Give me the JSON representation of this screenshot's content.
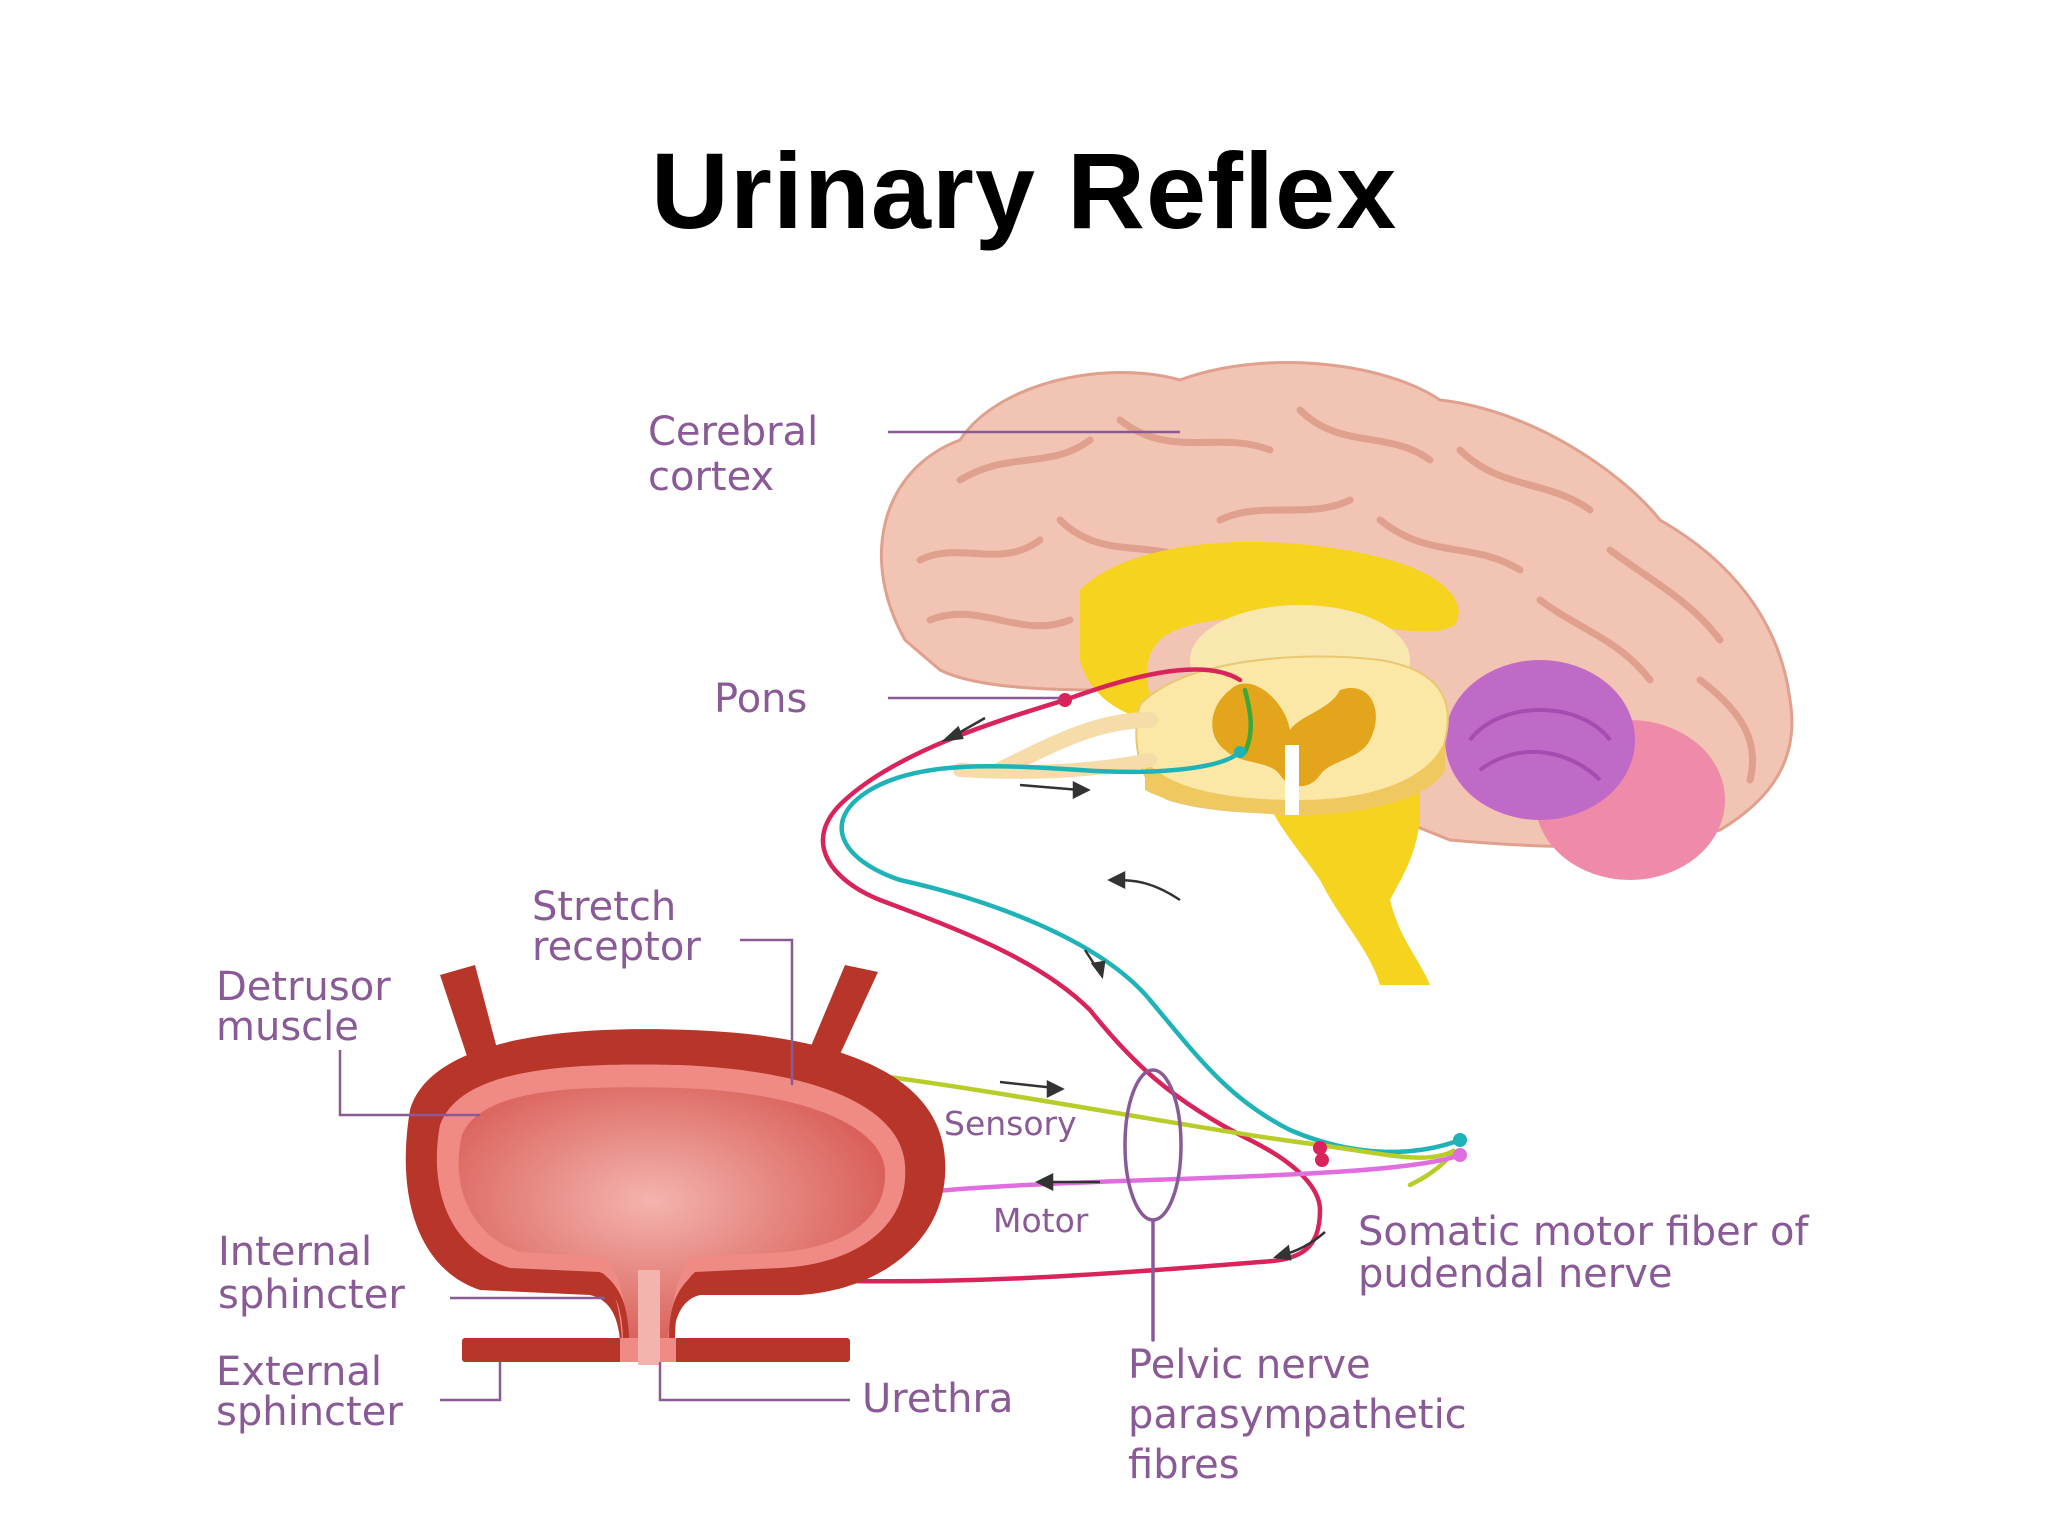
{
  "title": "Urinary Reflex",
  "labels": {
    "cerebral_cortex": [
      "Cerebral",
      "cortex"
    ],
    "pons": "Pons",
    "stretch_receptor": [
      "Stretch",
      "receptor"
    ],
    "detrusor_muscle": [
      "Detrusor",
      "muscle"
    ],
    "internal_sphincter": [
      "Internal",
      "sphincter"
    ],
    "external_sphincter": [
      "External",
      "sphincter"
    ],
    "urethra": "Urethra",
    "sensory": "Sensory",
    "motor": "Motor",
    "somatic_motor_fiber": [
      "Somatic motor fiber of",
      "pudendal nerve"
    ],
    "pelvic_nerve": [
      "Pelvic nerve",
      "parasympathetic",
      "fibres"
    ]
  },
  "colors": {
    "brain": "#f2c4b4",
    "brain_folds": "#e0a08e",
    "brainstem": "#f5d31f",
    "cerebellum": "#c06ac8",
    "spinal_cord_section": "#fbe8a6",
    "gray_matter": "#e3a51b",
    "bladder_wall": "#b8352a",
    "bladder_lining": "#f08a84",
    "bladder_inside": "#e06a64",
    "nerve_red": "#d8245a",
    "nerve_teal": "#1fb3b8",
    "nerve_yellowgreen": "#b8cc2a",
    "nerve_pink": "#e06ee0",
    "label_text": "#8a5a96"
  }
}
